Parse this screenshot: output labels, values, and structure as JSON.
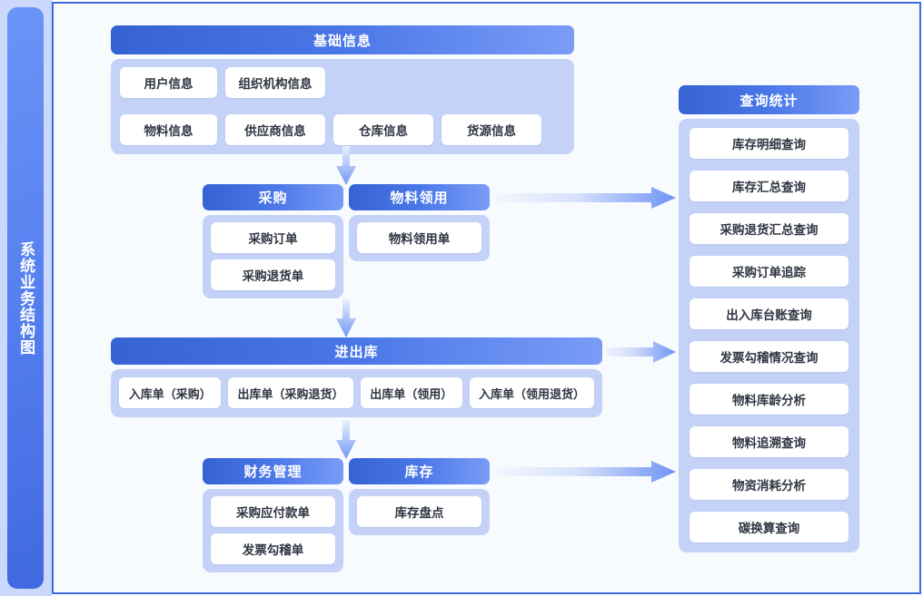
{
  "sidebar": {
    "title": "系统业务结构图"
  },
  "colors": {
    "header_gradient_start": "#3663d4",
    "header_gradient_end": "#7a9cf7",
    "panel_bg": "#c5d2f8",
    "canvas_bg": "#f8fbfe",
    "canvas_border": "#3d6ae0",
    "rail_bg": "#ccd8fb",
    "chip_bg": "#ffffff",
    "chip_text": "#2f3542",
    "arrow": "#7a9cf7"
  },
  "modules": {
    "basic_info": {
      "title": "基础信息",
      "items": [
        "用户信息",
        "组织机构信息",
        "物料信息",
        "供应商信息",
        "仓库信息",
        "货源信息"
      ]
    },
    "purchase": {
      "title": "采购",
      "items": [
        "采购订单",
        "采购退货单"
      ]
    },
    "material_requisition": {
      "title": "物料领用",
      "items": [
        "物料领用单"
      ]
    },
    "inbound_outbound": {
      "title": "进出库",
      "items": [
        "入库单（采购）",
        "出库单（采购退货）",
        "出库单（领用）",
        "入库单（领用退货）"
      ]
    },
    "finance": {
      "title": "财务管理",
      "items": [
        "采购应付款单",
        "发票勾稽单"
      ]
    },
    "inventory": {
      "title": "库存",
      "items": [
        "库存盘点"
      ]
    },
    "query_stats": {
      "title": "查询统计",
      "items": [
        "库存明细查询",
        "库存汇总查询",
        "采购退货汇总查询",
        "采购订单追踪",
        "出入库台账查询",
        "发票勾稽情况查询",
        "物料库龄分析",
        "物料追溯查询",
        "物资消耗分析",
        "碳换算查询"
      ]
    }
  },
  "arrows": {
    "basic_to_purchase": "arrow-down-icon",
    "purchase_to_inbound": "arrow-down-icon",
    "inbound_to_finance": "arrow-down-icon",
    "purchase_to_query": "arrow-right-icon",
    "inbound_to_query": "arrow-right-icon",
    "finance_to_query": "arrow-right-icon"
  }
}
